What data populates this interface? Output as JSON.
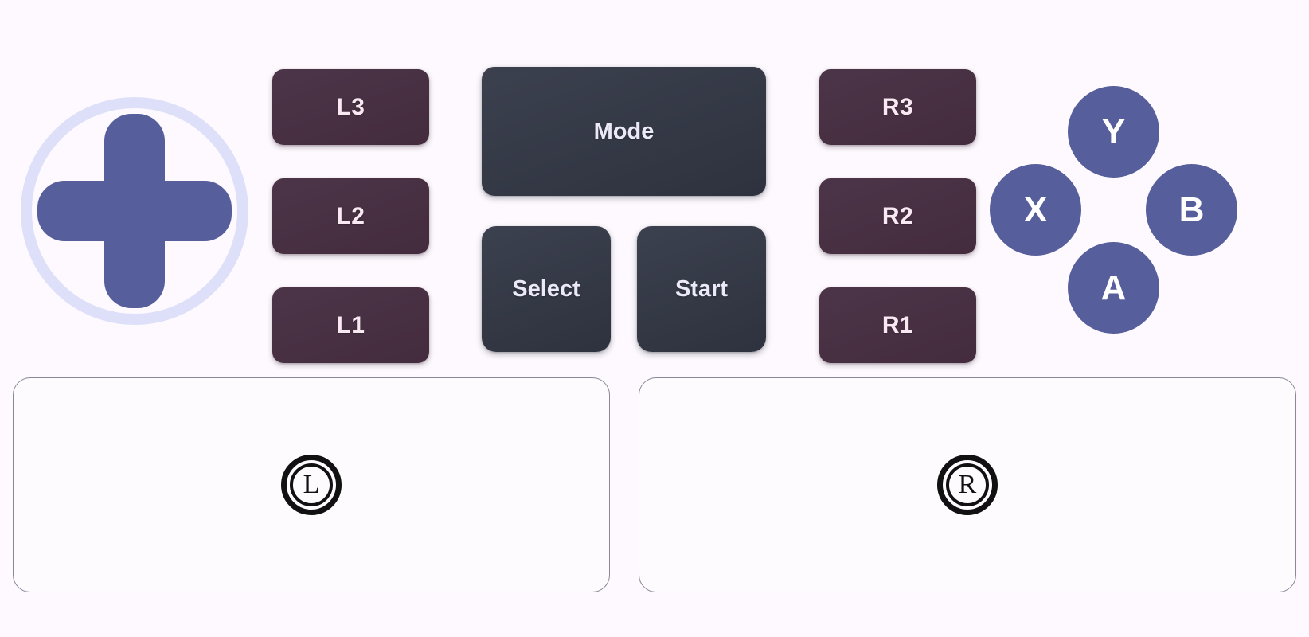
{
  "theme": {
    "background": "#fdf9fe",
    "accent_blue": "#565e9b",
    "dpad_ring": "#dde0f8",
    "shoulder_plum": "#4a3344",
    "shoulder_text": "#f9e9f2",
    "system_slate": "#353a47",
    "system_text": "#eceaf8",
    "panel_border": "#8b8796",
    "glyph_black": "#111111"
  },
  "dpad": {
    "name": "directional-pad",
    "label": "D-Pad",
    "directions": [
      "up",
      "right",
      "down",
      "left"
    ]
  },
  "shoulders": {
    "left": [
      {
        "id": "l3",
        "label": "L3"
      },
      {
        "id": "l2",
        "label": "L2"
      },
      {
        "id": "l1",
        "label": "L1"
      }
    ],
    "right": [
      {
        "id": "r3",
        "label": "R3"
      },
      {
        "id": "r2",
        "label": "R2"
      },
      {
        "id": "r1",
        "label": "R1"
      }
    ]
  },
  "system": {
    "mode": {
      "id": "mode",
      "label": "Mode"
    },
    "menu": [
      {
        "id": "select",
        "label": "Select"
      },
      {
        "id": "start",
        "label": "Start"
      }
    ]
  },
  "face_buttons": [
    {
      "id": "y",
      "label": "Y",
      "position": "top"
    },
    {
      "id": "x",
      "label": "X",
      "position": "left"
    },
    {
      "id": "b",
      "label": "B",
      "position": "right"
    },
    {
      "id": "a",
      "label": "A",
      "position": "bottom"
    }
  ],
  "touchpads": [
    {
      "id": "left-stick-pad",
      "glyph": "L",
      "icon": "circled-l-icon"
    },
    {
      "id": "right-stick-pad",
      "glyph": "R",
      "icon": "circled-r-icon"
    }
  ]
}
